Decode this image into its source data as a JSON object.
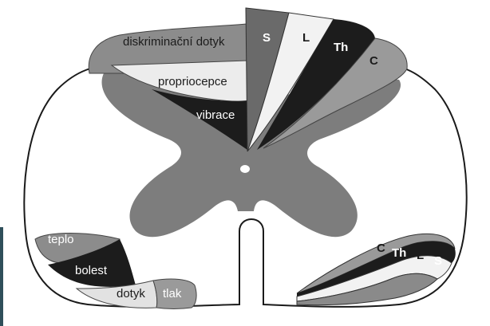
{
  "diagram": {
    "dorsal_tracts": {
      "diskriminacni_dotyk": "diskriminační dotyk",
      "propriocepce": "propriocepce",
      "vibrace": "vibrace"
    },
    "dorsal_column_segments": {
      "s": "S",
      "l": "L",
      "th": "Th",
      "c": "C"
    },
    "lateral_tracts": {
      "teplo": "teplo",
      "bolest": "bolest",
      "dotyk": "dotyk",
      "tlak": "tlak"
    },
    "ventral_segments": {
      "c": "C",
      "th": "Th",
      "l": "L",
      "s": "S"
    },
    "colors": {
      "gray_matter": "#7d7d7d",
      "white_matter": "#ffffff",
      "dark": "#1c1c1c",
      "mid_gray": "#9a9a9a",
      "light_gray": "#dcdcdc"
    }
  }
}
